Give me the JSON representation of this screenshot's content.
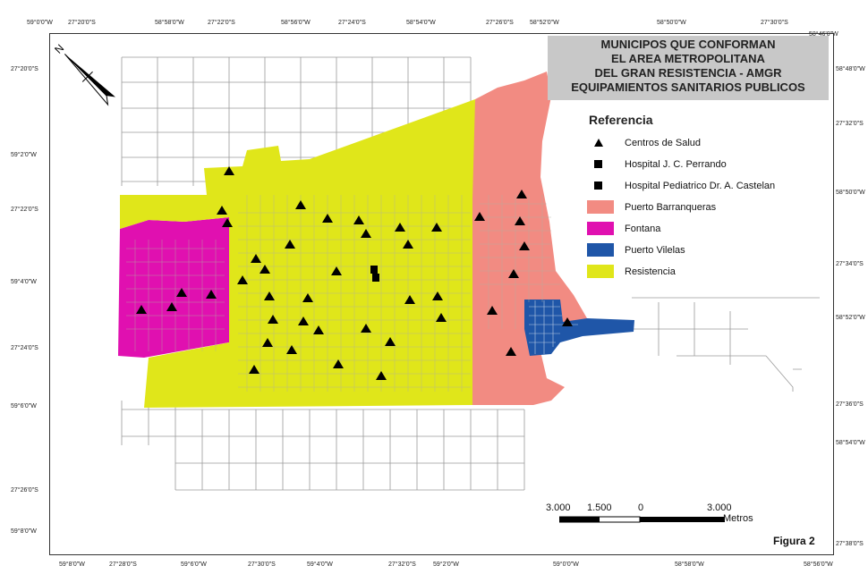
{
  "title": {
    "lines": [
      "MUNICIPOS QUE CONFORMAN",
      "EL AREA METROPOLITANA",
      "DEL GRAN RESISTENCIA - AMGR",
      "EQUIPAMIENTOS SANITARIOS PUBLICOS"
    ]
  },
  "legend": {
    "heading": "Referencia",
    "items": [
      {
        "label": "Centros de Salud",
        "symbol": "triangle",
        "color": "#000000"
      },
      {
        "label": "Hospital J. C. Perrando",
        "symbol": "square",
        "color": "#000000"
      },
      {
        "label": "Hospital Pediatrico  Dr. A. Castelan",
        "symbol": "square",
        "color": "#000000"
      },
      {
        "label": "Puerto Barranqueras",
        "symbol": "patch",
        "color": "#f28b82"
      },
      {
        "label": "Fontana",
        "symbol": "patch",
        "color": "#e010b0"
      },
      {
        "label": "Puerto Vilelas",
        "symbol": "patch",
        "color": "#1f56a8"
      },
      {
        "label": "Resistencia",
        "symbol": "patch",
        "color": "#e0e61a"
      }
    ]
  },
  "coords": {
    "top": [
      "59°0'0\"W",
      "27°20'0\"S",
      "58°58'0\"W",
      "27°22'0\"S",
      "58°56'0\"W",
      "27°24'0\"S",
      "58°54'0\"W",
      "27°26'0\"S",
      "58°52'0\"W",
      "58°50'0\"W",
      "27°30'0\"S"
    ],
    "bottom": [
      "59°8'0\"W",
      "27°28'0\"S",
      "59°6'0\"W",
      "27°30'0\"S",
      "59°4'0\"W",
      "27°32'0\"S",
      "59°2'0\"W",
      "59°0'0\"W",
      "58°58'0\"W",
      "58°56'0\"W"
    ],
    "left": [
      "27°20'0\"S",
      "59°2'0\"W",
      "27°22'0\"S",
      "59°4'0\"W",
      "27°24'0\"S",
      "59°6'0\"W",
      "27°26'0\"S",
      "59°8'0\"W"
    ],
    "right": [
      "58°46'0\"W",
      "58°48'0\"W",
      "27°32'0\"S",
      "58°50'0\"W",
      "27°34'0\"S",
      "58°52'0\"W",
      "27°36'0\"S",
      "58°54'0\"W",
      "27°38'0\"S"
    ]
  },
  "scale": {
    "labels": [
      "3.000",
      "1.500",
      "0",
      "3.000"
    ],
    "unit": "Metros"
  },
  "figure_label": "Figura 2",
  "colors": {
    "resistencia": "#e0e61a",
    "barranqueras": "#f28b82",
    "fontana": "#e010b0",
    "vilelas": "#1f56a8",
    "roads": "#9a9a9a",
    "frame": "#333333",
    "title_bg": "#c8c8c8"
  },
  "north_label": "N"
}
